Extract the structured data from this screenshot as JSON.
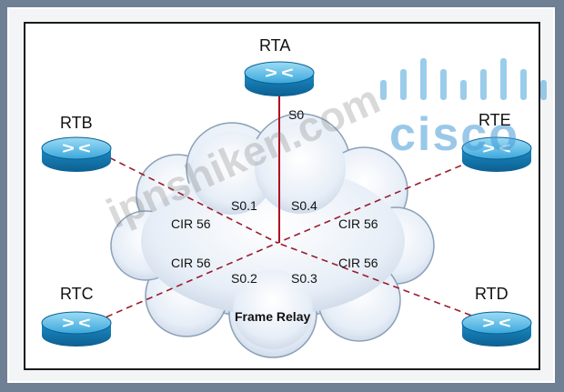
{
  "routers": {
    "rta": "RTA",
    "rtb": "RTB",
    "rtc": "RTC",
    "rtd": "RTD",
    "rte": "RTE"
  },
  "interfaces": {
    "s0": "S0",
    "s0_1": "S0.1",
    "s0_2": "S0.2",
    "s0_3": "S0.3",
    "s0_4": "S0.4"
  },
  "cir": {
    "rtb_link": "CIR 56",
    "rtc_link": "CIR 56",
    "rtd_link": "CIR 56",
    "rte_link": "CIR 56"
  },
  "cloud_label": "Frame Relay",
  "watermark": "ipnshiken.com",
  "logo_text": "cisco",
  "colors": {
    "router_blue": "#1e8fc9",
    "router_top": "#6ec6ee",
    "trunk_link": "#b00020",
    "pvc_link": "#9b1c2c",
    "cloud_fill": "#e4ecf5",
    "logo_blue": "#3f9ad8"
  }
}
